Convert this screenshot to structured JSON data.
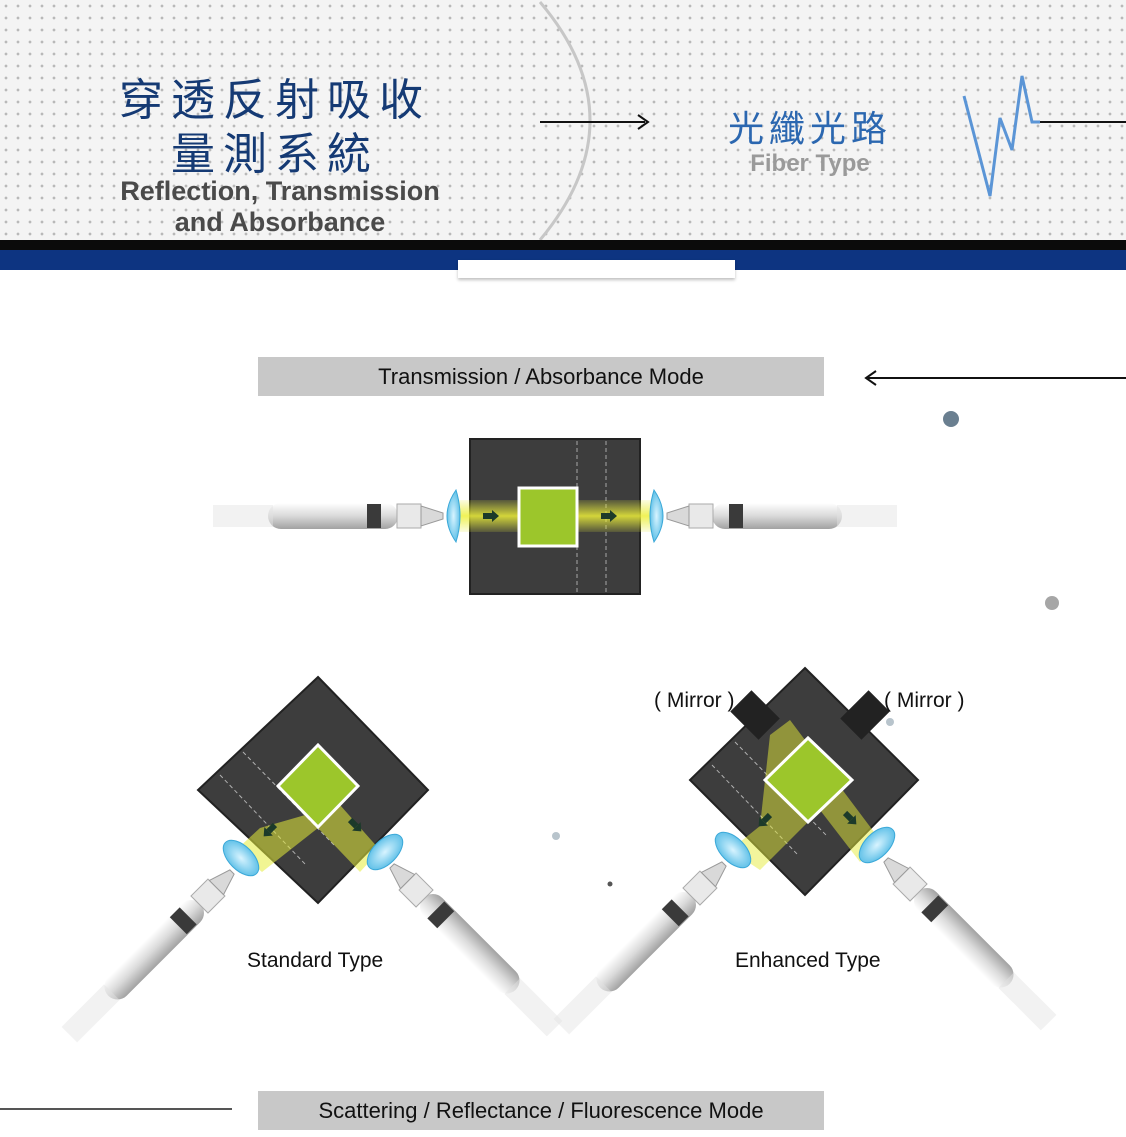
{
  "header": {
    "title_zh_line1": "穿透反射吸收",
    "title_zh_line2": "量測系統",
    "title_en_line1": "Reflection, Transmission",
    "title_en_line2": "and Absorbance",
    "fiber_zh": "光纖光路",
    "fiber_en": "Fiber Type"
  },
  "sections": {
    "transmission_mode": "Transmission / Absorbance Mode",
    "scattering_mode": "Scattering / Reflectance / Fluorescence Mode"
  },
  "labels": {
    "standard_type": "Standard Type",
    "enhanced_type": "Enhanced Type",
    "mirror_left": "( Mirror )",
    "mirror_right": "( Mirror )"
  },
  "colors": {
    "accent_navy": "#0d3481",
    "title_blue": "#153a74",
    "fiber_blue": "#2b67b0",
    "holder_dark": "#3d3d3d",
    "sample_green": "#9cc62b",
    "beam_yellow": "#e6ec3a",
    "lens_cyan": "#5fc8ec"
  },
  "icons": [
    "wave-signal-icon",
    "arrow-right-icon",
    "arrow-left-icon"
  ]
}
